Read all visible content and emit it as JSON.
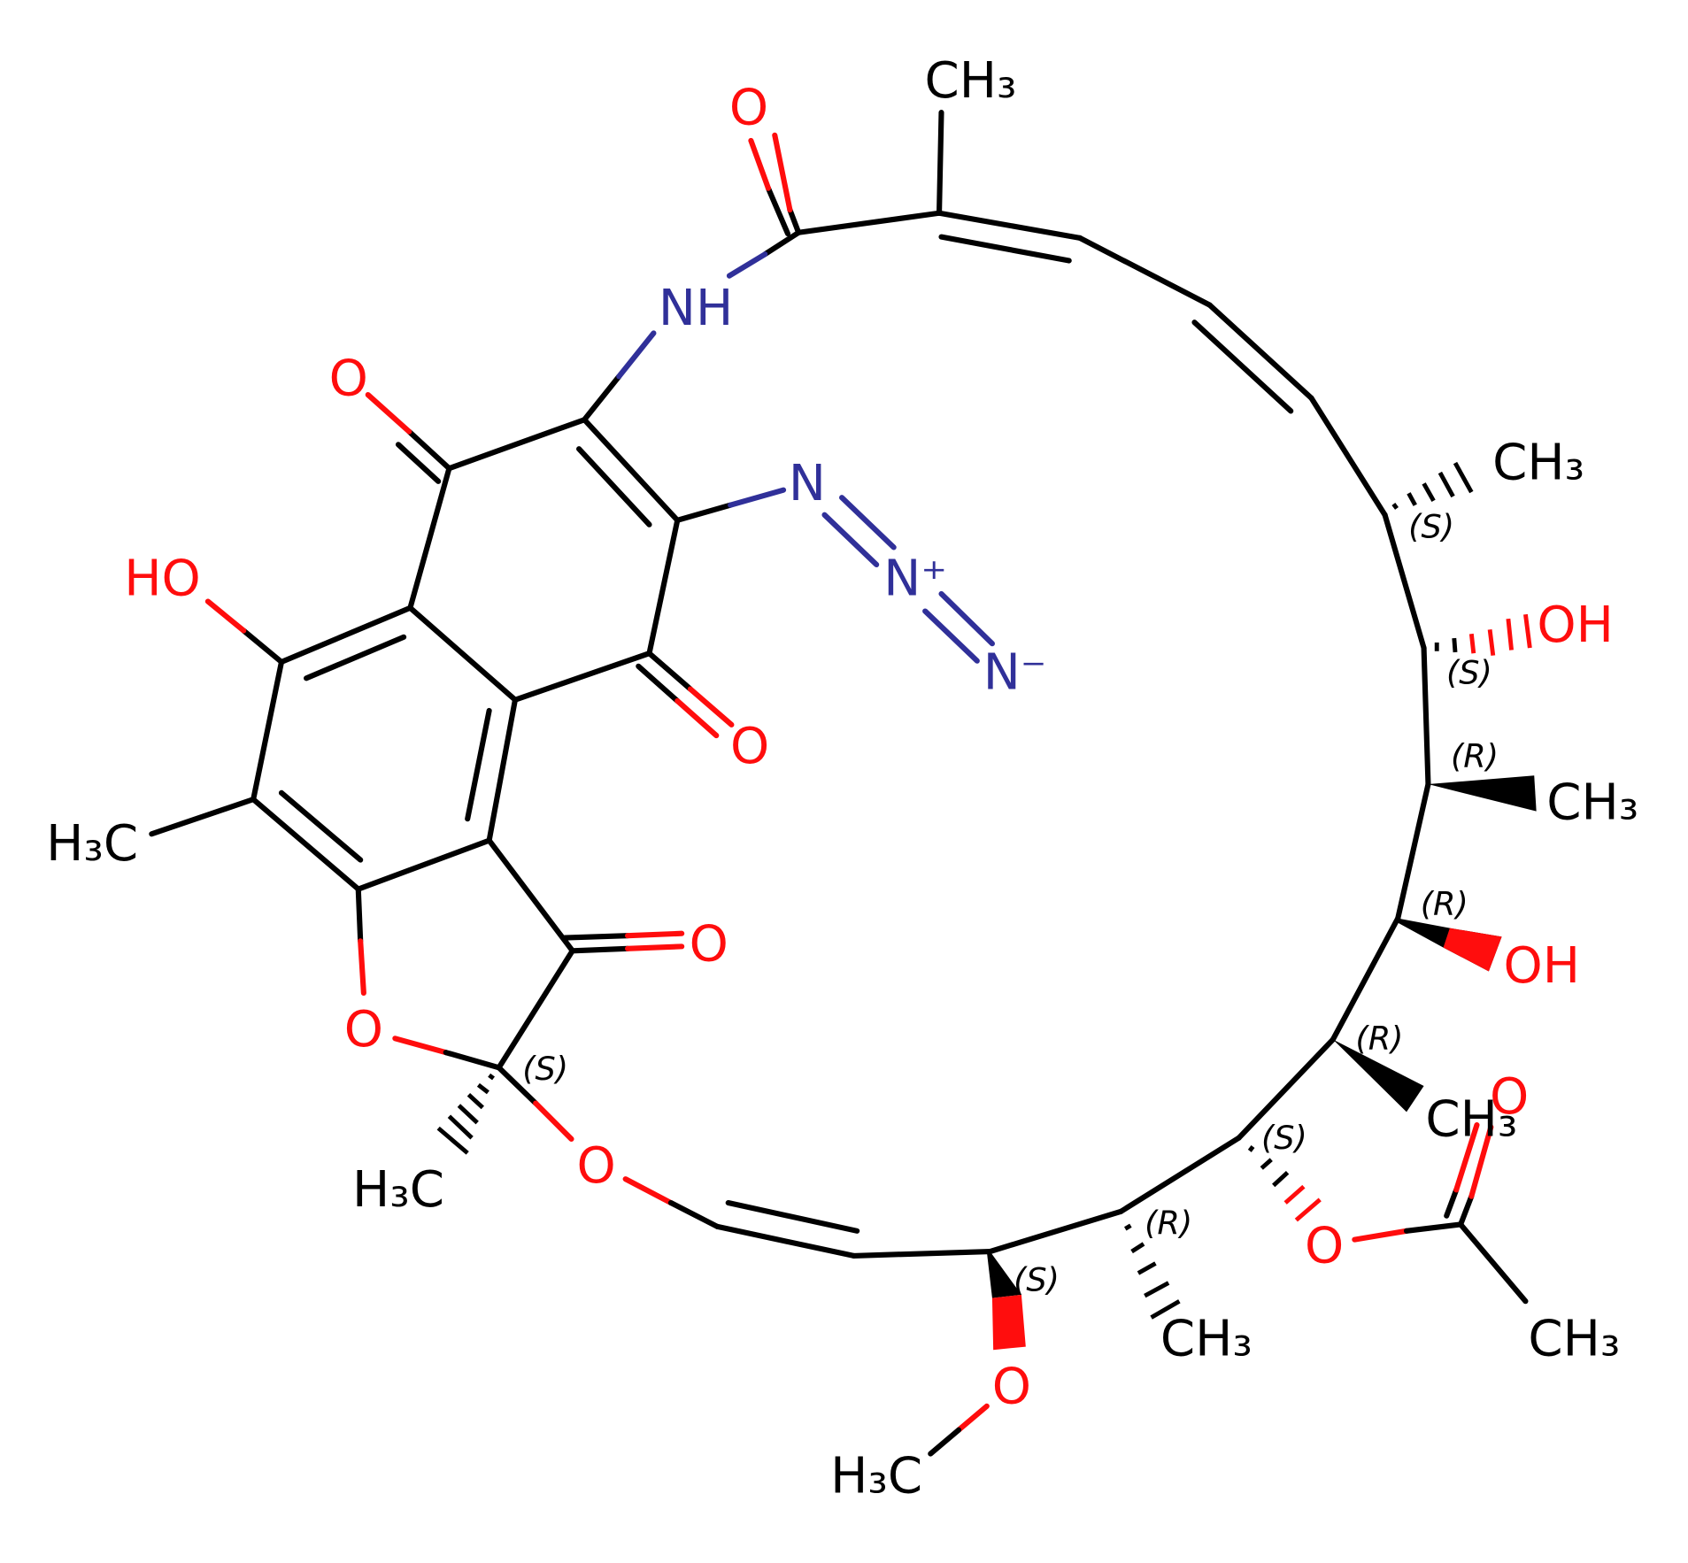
{
  "molecule": {
    "atoms": {
      "o_quinone_top": "O",
      "nh": "NH",
      "o_amide": "O",
      "ch3_top": "CH₃",
      "n_azide": "N",
      "n_plus": "N⁺",
      "n_minus": "N⁻",
      "o_quinone_right": "O",
      "ho_left": "HO",
      "h3c_left": "H₃C",
      "o_ketone": "O",
      "o_furan": "O",
      "h3c_ketal": "H₃C",
      "o_ether": "O",
      "o_methoxy": "O",
      "h3c_methoxy": "H₃C",
      "ch3_c6": "CH₃",
      "o_ester": "O",
      "o_acetyl": "O",
      "ch3_acetyl": "CH₃",
      "ch3_c9": "CH₃",
      "oh_c10": "OH",
      "ch3_c11": "CH₃",
      "oh_c12": "OH",
      "ch3_c13": "CH₃"
    },
    "stereo": [
      "(S)",
      "(S)",
      "(R)",
      "(R)",
      "(R)",
      "(S)",
      "(R)",
      "(S)",
      "(S)"
    ],
    "colors": {
      "carbon": "#000000",
      "oxygen": "#ff0d0d",
      "nitrogen": "#303099"
    }
  }
}
